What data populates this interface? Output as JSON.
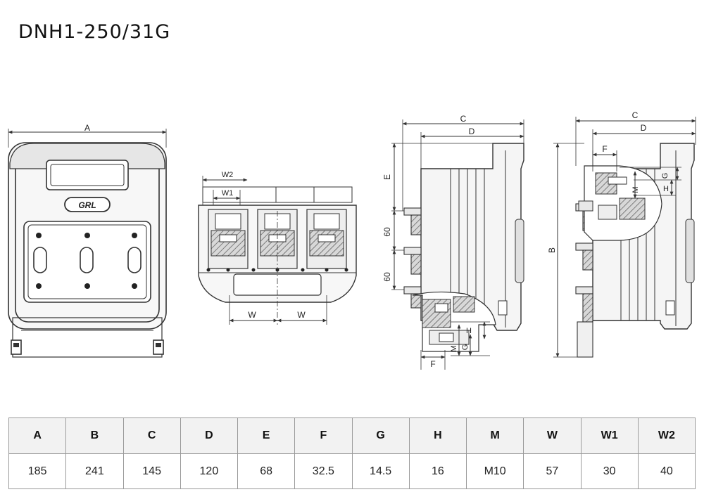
{
  "title": "DNH1-250/31G",
  "logo_text": "GRL",
  "front_view": {
    "dim_label": "A"
  },
  "top_view": {
    "w2_label": "W2",
    "w1_label": "W1",
    "w_label_left": "W",
    "w_label_right": "W"
  },
  "side_view_1": {
    "c_label": "C",
    "d_label": "D",
    "e_label": "E",
    "pitch_label_1": "60",
    "pitch_label_2": "60",
    "detail_h": "H",
    "detail_m": "M",
    "detail_g": "G",
    "detail_f": "F"
  },
  "side_view_2": {
    "c_label": "C",
    "d_label": "D",
    "b_label": "B",
    "f_label": "F",
    "g_label": "G",
    "h_label": "H",
    "m_label": "M"
  },
  "spec_table": {
    "headers": [
      "A",
      "B",
      "C",
      "D",
      "E",
      "F",
      "G",
      "H",
      "M",
      "W",
      "W1",
      "W2"
    ],
    "values": [
      "185",
      "241",
      "145",
      "120",
      "68",
      "32.5",
      "14.5",
      "16",
      "M10",
      "57",
      "30",
      "40"
    ]
  }
}
